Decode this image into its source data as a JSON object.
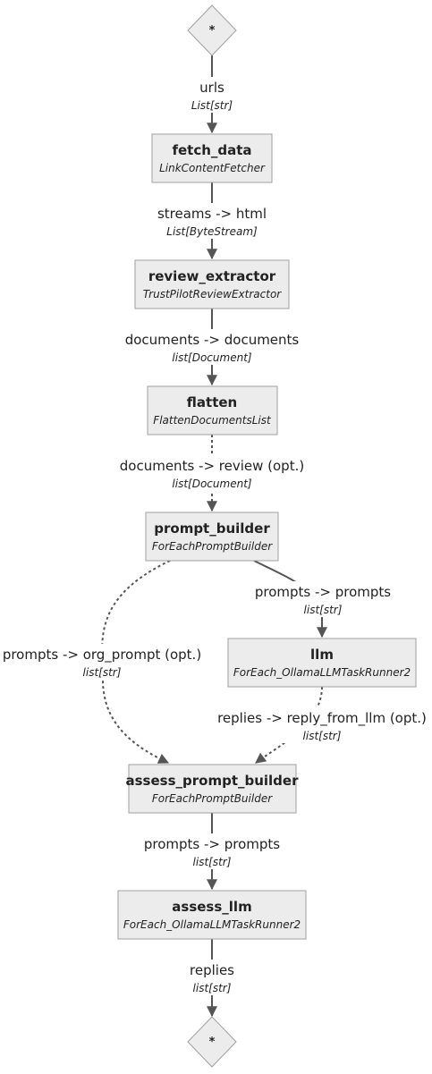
{
  "terminals": {
    "start": "*",
    "end": "*"
  },
  "nodes": {
    "fetch_data": {
      "title": "fetch_data",
      "type": "LinkContentFetcher"
    },
    "review_extractor": {
      "title": "review_extractor",
      "type": "TrustPilotReviewExtractor"
    },
    "flatten": {
      "title": "flatten",
      "type": "FlattenDocumentsList"
    },
    "prompt_builder": {
      "title": "prompt_builder",
      "type": "ForEachPromptBuilder"
    },
    "llm": {
      "title": "llm",
      "type": "ForEach_OllamaLLMTaskRunner2"
    },
    "assess_prompt_builder": {
      "title": "assess_prompt_builder",
      "type": "ForEachPromptBuilder"
    },
    "assess_llm": {
      "title": "assess_llm",
      "type": "ForEach_OllamaLLMTaskRunner2"
    }
  },
  "edges": {
    "input_urls": {
      "label": "urls",
      "type": "List[str]",
      "style": "solid"
    },
    "fetch_to_review": {
      "label": "streams -> html",
      "type": "List[ByteStream]",
      "style": "solid"
    },
    "review_to_flatten": {
      "label": "documents -> documents",
      "type": "list[Document]",
      "style": "solid"
    },
    "flatten_to_prompt": {
      "label": "documents -> review (opt.)",
      "type": "list[Document]",
      "style": "dotted"
    },
    "prompt_to_llm": {
      "label": "prompts -> prompts",
      "type": "list[str]",
      "style": "solid"
    },
    "prompt_to_assess": {
      "label": "prompts -> org_prompt (opt.)",
      "type": "list[str]",
      "style": "dotted"
    },
    "llm_to_assess": {
      "label": "replies -> reply_from_llm (opt.)",
      "type": "list[str]",
      "style": "dotted"
    },
    "assess_to_assess_llm": {
      "label": "prompts -> prompts",
      "type": "list[str]",
      "style": "solid"
    },
    "output_replies": {
      "label": "replies",
      "type": "list[str]",
      "style": "solid"
    }
  }
}
